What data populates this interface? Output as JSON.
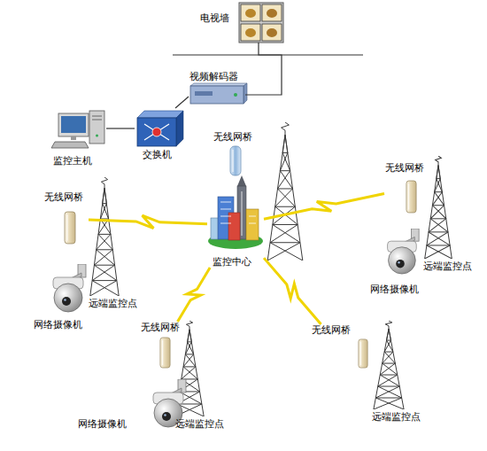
{
  "diagram": {
    "nodes": [
      {
        "text": [
          "电视墙"
        ]
      },
      {
        "text": [
          "视频解码器"
        ]
      },
      {
        "text": [
          "监控主机"
        ]
      },
      {
        "text": [
          "交换机"
        ]
      },
      {
        "text": [
          "无线网桥"
        ]
      },
      {
        "text": [
          "监控中心"
        ]
      },
      {
        "text": [
          "无线网桥"
        ]
      },
      {
        "text": [
          "无线网桥"
        ]
      },
      {
        "text": [
          "网络摄像机"
        ]
      },
      {
        "text": [
          "远端监控点"
        ]
      },
      {
        "text": [
          "网络摄像机"
        ]
      },
      {
        "text": [
          "远端监控点"
        ]
      },
      {
        "text": [
          "无线网桥"
        ]
      },
      {
        "text": [
          "无线网桥"
        ]
      },
      {
        "text": [
          "网络摄像机"
        ]
      },
      {
        "text": [
          "远端监控点"
        ]
      },
      {
        "text": [
          "远端监控点"
        ]
      }
    ],
    "edges": [
      {
        "from": 0,
        "to": 1,
        "arrow": "none"
      },
      {
        "from": 1,
        "to": 3,
        "arrow": "none"
      },
      {
        "from": 2,
        "to": 3,
        "arrow": "none"
      },
      {
        "from": 5,
        "to": 6,
        "arrow": "none"
      },
      {
        "from": 5,
        "to": 7,
        "arrow": "none"
      },
      {
        "from": 5,
        "to": 12,
        "arrow": "none"
      },
      {
        "from": 5,
        "to": 13,
        "arrow": "none"
      }
    ]
  }
}
